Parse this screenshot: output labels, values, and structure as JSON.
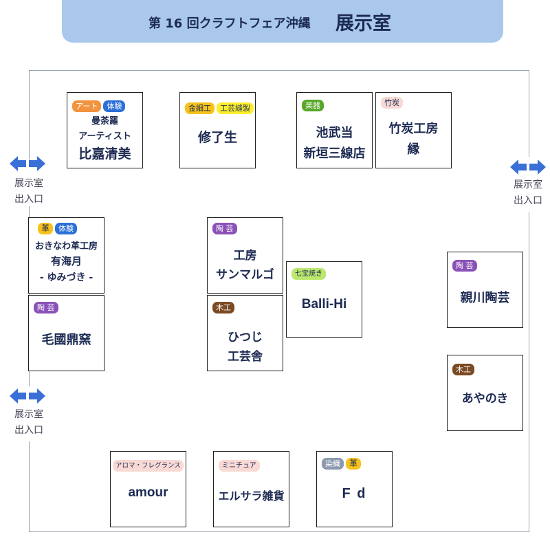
{
  "header": {
    "subtitle": "第 16 回クラフトフェア沖縄",
    "title": "展示室"
  },
  "exits": [
    {
      "line1": "展示室",
      "line2": "出入口"
    },
    {
      "line1": "展示室",
      "line2": "出入口"
    },
    {
      "line1": "展示室",
      "line2": "出入口"
    }
  ],
  "booths": [
    {
      "tags": [
        "アート",
        "体験"
      ],
      "line1": "曼荼羅",
      "line2": "アーティスト",
      "line3": "比嘉清美"
    },
    {
      "tags": [
        "金細工",
        "工芸縫製"
      ],
      "line1": "修了生"
    },
    {
      "tags": [
        "楽器"
      ],
      "line1": "池武当",
      "line2": "新垣三線店"
    },
    {
      "tags": [
        "竹炭"
      ],
      "line1": "竹炭工房",
      "line2": "縁"
    },
    {
      "tags": [
        "革",
        "体験"
      ],
      "line1": "おきなわ革工房",
      "line2": "有海月",
      "line3": "- ゆみづき -"
    },
    {
      "tags": [
        "陶 芸"
      ],
      "line1": "工房",
      "line2": "サンマルゴ"
    },
    {
      "tags": [
        "七宝焼き"
      ],
      "line1": "Balli-Hi"
    },
    {
      "tags": [
        "陶 芸"
      ],
      "line1": "親川陶芸"
    },
    {
      "tags": [
        "陶 芸"
      ],
      "line1": "毛國鼎窯"
    },
    {
      "tags": [
        "木工"
      ],
      "line1": "ひつじ",
      "line2": "工芸舎"
    },
    {
      "tags": [
        "木工"
      ],
      "line1": "あやのき"
    },
    {
      "tags": [
        "アロマ・フレグランス"
      ],
      "line1": "amour"
    },
    {
      "tags": [
        "ミニチュア"
      ],
      "line1": "エルサラ雑貨"
    },
    {
      "tags": [
        "染織",
        "革"
      ],
      "line1": "F d"
    }
  ],
  "colors": {
    "header": "#a9c8ec",
    "arrow": "#3a6fd8",
    "text": "#1c2a52",
    "tag_art": "#f1933f",
    "tag_taiken": "#2c6fd8",
    "tag_kinzaiku": "#f6c21b",
    "tag_housei": "#fbee2e",
    "tag_gakki": "#57a72a",
    "tag_pink": "#f8d9d4",
    "tag_tougei": "#8a52b8",
    "tag_mokkou": "#7b4a23",
    "tag_shippou": "#bbe86d",
    "tag_senshoku": "#8c99ad"
  },
  "icons": [
    "double-arrow-icon"
  ]
}
